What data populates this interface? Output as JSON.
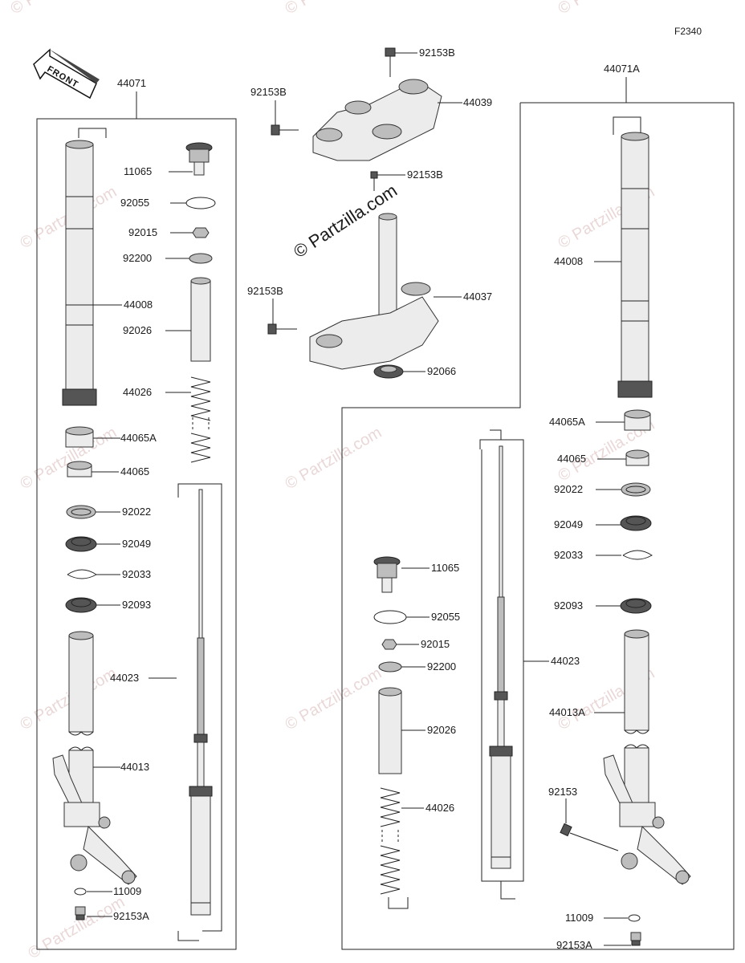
{
  "diagram_code": "F2340",
  "front_label": "FRONT",
  "watermark_center": "© Partzilla.com",
  "watermark_faint": "© Partzilla.com",
  "left_fork": {
    "assembly": "44071",
    "parts": {
      "p11065": "11065",
      "p92055": "92055",
      "p92015": "92015",
      "p92200": "92200",
      "p44008": "44008",
      "p92026": "92026",
      "p44026": "44026",
      "p44065A": "44065A",
      "p44065": "44065",
      "p92022": "92022",
      "p92049": "92049",
      "p92033": "92033",
      "p92093": "92093",
      "p44023": "44023",
      "p44013": "44013",
      "p11009": "11009",
      "p92153A": "92153A"
    }
  },
  "clamps": {
    "bolt_top_right": "92153B",
    "bolt_top_left": "92153B",
    "upper_clamp": "44039",
    "bolt_stem": "92153B",
    "bolt_lower_left": "92153B",
    "stem": "44037",
    "seal": "92066"
  },
  "right_fork": {
    "assembly": "44071A",
    "parts": {
      "p44008": "44008",
      "p44065A": "44065A",
      "p44065": "44065",
      "p92022": "92022",
      "p92049": "92049",
      "p92033": "92033",
      "p92093": "92093",
      "p44013A": "44013A",
      "p92153": "92153",
      "p11009": "11009",
      "p92153A": "92153A",
      "p11065": "11065",
      "p92055": "92055",
      "p92015": "92015",
      "p92200": "92200",
      "p92026": "92026",
      "p44026": "44026",
      "p44023": "44023"
    }
  }
}
